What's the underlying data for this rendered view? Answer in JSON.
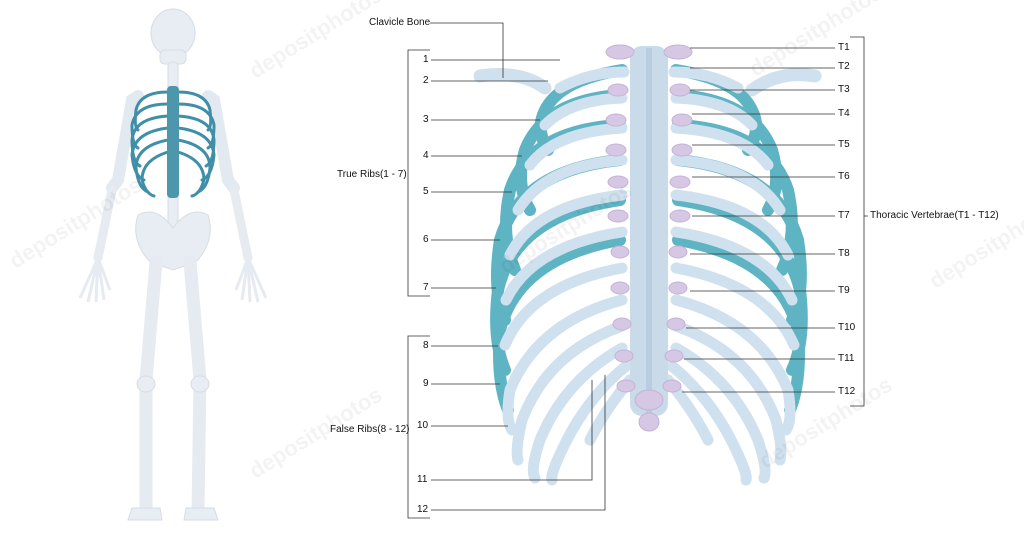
{
  "labels": {
    "clavicle": "Clavicle Bone",
    "true_ribs": "True Ribs(1 - 7)",
    "false_ribs": "False Ribs(8 - 12)",
    "thoracic": "Thoracic Vertebrae(T1 - T12)"
  },
  "rib_numbers": [
    "1",
    "2",
    "3",
    "4",
    "5",
    "6",
    "7",
    "8",
    "9",
    "10",
    "11",
    "12"
  ],
  "vertebrae": [
    "T1",
    "T2",
    "T3",
    "T4",
    "T5",
    "T6",
    "T7",
    "T8",
    "T9",
    "T10",
    "T11",
    "T12"
  ],
  "watermark": "depositphotos",
  "colors": {
    "bone_highlight": "#3f8fa8",
    "rib_light": "#cfe0ee",
    "rib_teal": "#5fb4c4",
    "skeleton": "#e9eef4",
    "cartilage": "#c9b6d8"
  }
}
